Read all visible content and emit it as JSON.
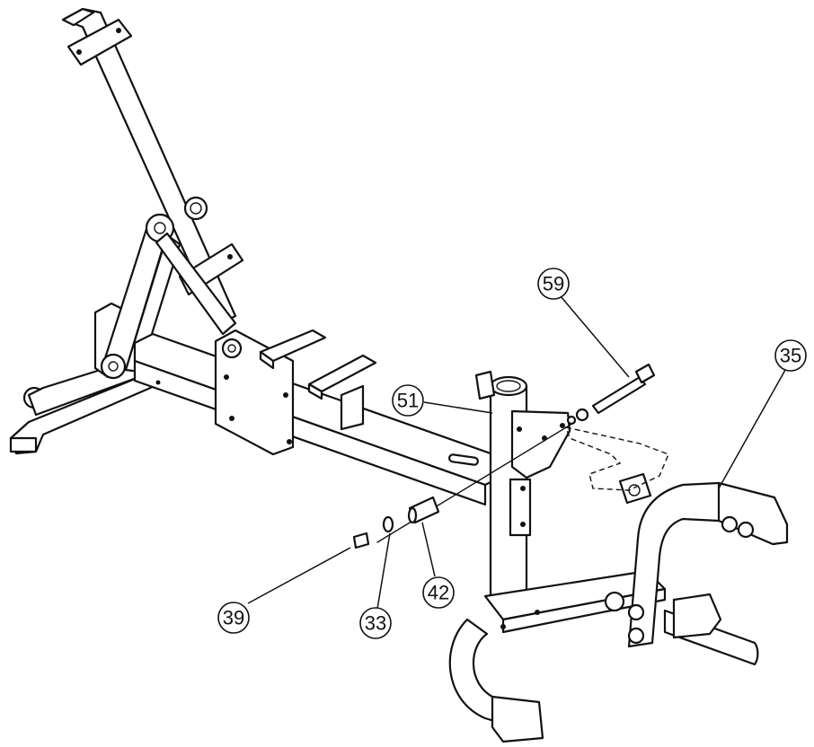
{
  "callouts": {
    "c59": "59",
    "c35": "35",
    "c51": "51",
    "c39": "39",
    "c33": "33",
    "c42": "42"
  },
  "colors": {
    "line": "#111111",
    "background": "#ffffff"
  }
}
